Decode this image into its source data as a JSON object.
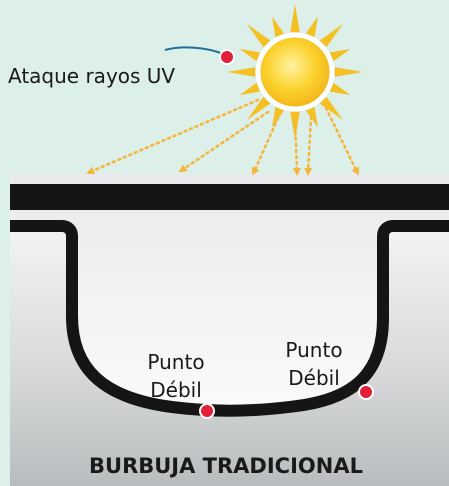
{
  "colors": {
    "background": "#dcefe8",
    "sun": "#f7c21a",
    "sun_rays": "#f5c023",
    "uv_arrows": "#f4b53a",
    "bubble_fill_light": "#f4f5f5",
    "bubble_fill_dark": "#b9bcbe",
    "bubble_outline": "#151515",
    "weak_point": "#e2203a",
    "leader_line": "#1e6f9a",
    "text": "#1a1a1a"
  },
  "labels": {
    "uv_attack": "Ataque rayos UV",
    "weak_point_1_line1": "Punto",
    "weak_point_1_line2": "Débil",
    "weak_point_2_line1": "Punto",
    "weak_point_2_line2": "Débil",
    "caption": "BURBUJA TRADICIONAL"
  },
  "icons": {
    "sun": "sun-icon",
    "uv_rays": "dotted-arrow-icon",
    "weak_point": "red-dot-icon"
  }
}
